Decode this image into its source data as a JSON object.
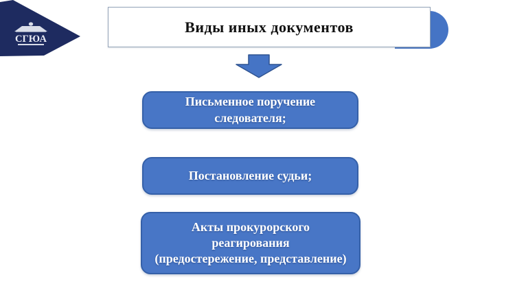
{
  "slide": {
    "title": "Виды иных документов",
    "logo": {
      "acronym": "СГЮА"
    },
    "boxes": [
      {
        "text": "Письменное поручение следователя;",
        "lines": [
          "Письменное поручение",
          "следователя;"
        ]
      },
      {
        "text": "Постановление судьи;",
        "lines": [
          "Постановление судьи;"
        ]
      },
      {
        "text": "Акты прокурорского реагирования (предостережение, представление)",
        "lines": [
          "Акты прокурорского",
          "реагирования",
          "(предостережение, представление)"
        ]
      }
    ],
    "colors": {
      "box_fill": "#4876c6",
      "box_border": "#3560a8",
      "accent_blue": "#4574c5",
      "arrow_border": "#2e5391",
      "logo_navy": "#1e2b60",
      "title_border": "#93a3b8"
    }
  }
}
